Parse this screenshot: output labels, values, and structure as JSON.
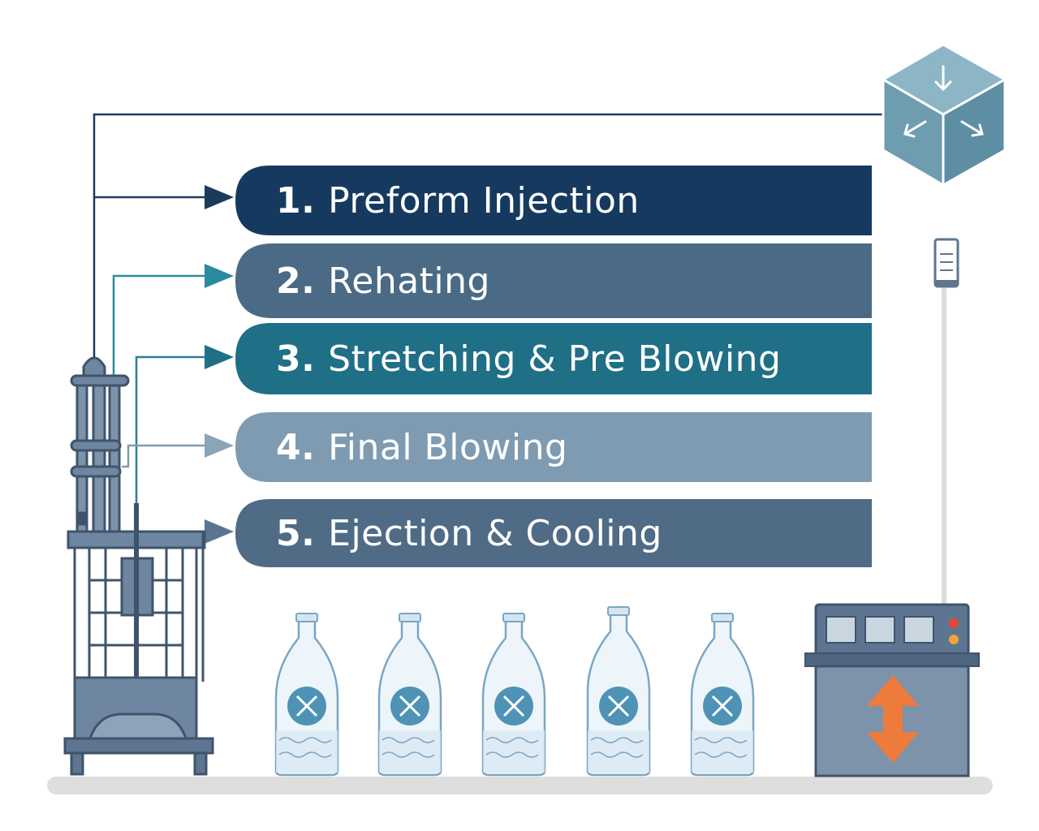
{
  "steps": [
    {
      "number": "1.",
      "label": "Preform Injection",
      "color": "#163a5f"
    },
    {
      "number": "2.",
      "label": "Rehating",
      "color": "#4a6a85"
    },
    {
      "number": "3.",
      "label": "Stretching & Pre Blowing",
      "color": "#1f6f86"
    },
    {
      "number": "4.",
      "label": "Final Blowing",
      "color": "#7f9bb2"
    },
    {
      "number": "5.",
      "label": "Ejection & Cooling",
      "color": "#4f6b86"
    }
  ],
  "bottles": [
    {
      "icon": "cross-hatch-icon"
    },
    {
      "icon": "leaf-arrow-icon"
    },
    {
      "icon": "cross-leaf-icon"
    },
    {
      "icon": "wave-leaf-icon"
    },
    {
      "icon": "gear-icon"
    }
  ],
  "colors": {
    "machine": "#5d7590",
    "machine_dark": "#3f546c",
    "line": "#1c3a5c",
    "teal_line": "#2a8aa0",
    "cube": "#6f9db0",
    "arrow_orange": "#ee7a3c",
    "bottle_stroke": "#7aa6c4",
    "floor": "#dcdcdc"
  }
}
